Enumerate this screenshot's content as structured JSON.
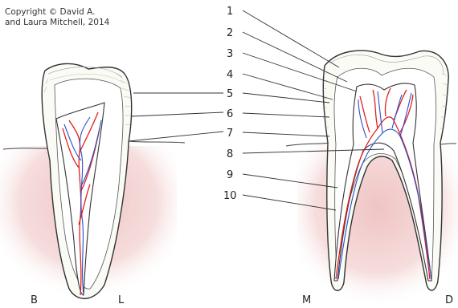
{
  "copyright": {
    "line1": "Copyright © David A.",
    "line2": "and Laura Mitchell, 2014"
  },
  "labels": [
    "1",
    "2",
    "3",
    "4",
    "5",
    "6",
    "7",
    "8",
    "9",
    "10"
  ],
  "directions": {
    "left_a": "B",
    "left_b": "L",
    "right_a": "M",
    "right_b": "D"
  },
  "colors": {
    "gum": "#f2cfcf",
    "enamel": "#fcfcf8",
    "outline": "#333333",
    "artery": "#e02020",
    "vein": "#2a4fc4"
  }
}
